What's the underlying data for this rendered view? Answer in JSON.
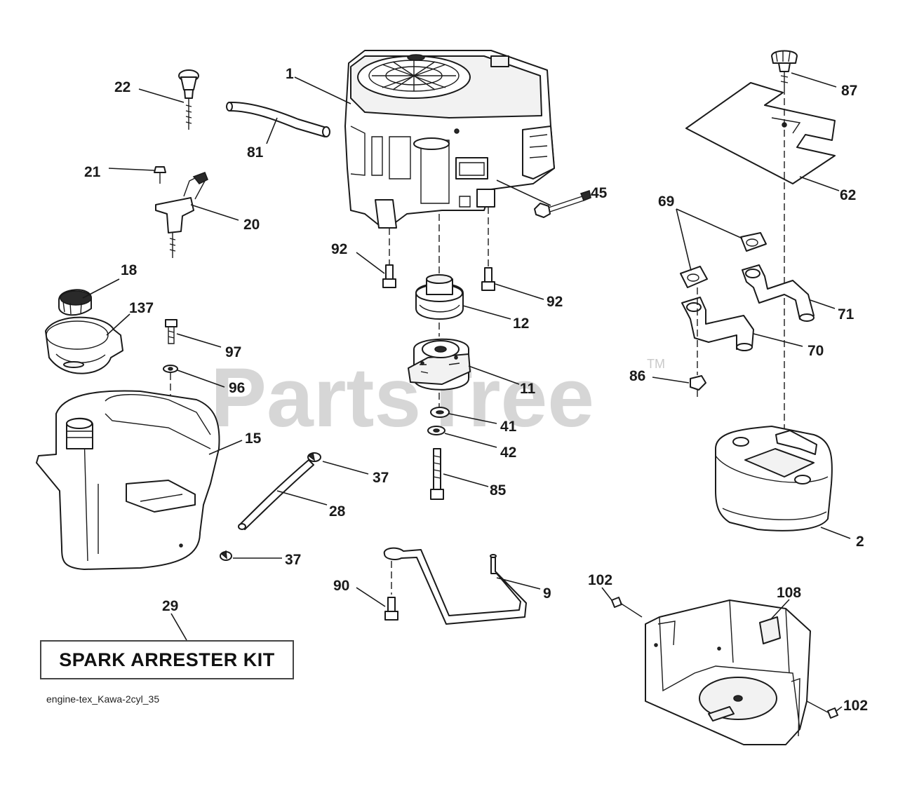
{
  "watermark": {
    "brand": "PartsTree",
    "trademark": "TM"
  },
  "kit_label": "SPARK ARRESTER KIT",
  "diagram_code": "engine-tex_Kawa-2cyl_35",
  "callouts": [
    {
      "id": "c1",
      "text": "1"
    },
    {
      "id": "c22",
      "text": "22"
    },
    {
      "id": "c81",
      "text": "81"
    },
    {
      "id": "c21",
      "text": "21"
    },
    {
      "id": "c20",
      "text": "20"
    },
    {
      "id": "c45",
      "text": "45"
    },
    {
      "id": "c92a",
      "text": "92"
    },
    {
      "id": "c92b",
      "text": "92"
    },
    {
      "id": "c18",
      "text": "18"
    },
    {
      "id": "c137",
      "text": "137"
    },
    {
      "id": "c97",
      "text": "97"
    },
    {
      "id": "c96",
      "text": "96"
    },
    {
      "id": "c15",
      "text": "15"
    },
    {
      "id": "c12",
      "text": "12"
    },
    {
      "id": "c11",
      "text": "11"
    },
    {
      "id": "c41",
      "text": "41"
    },
    {
      "id": "c42",
      "text": "42"
    },
    {
      "id": "c85",
      "text": "85"
    },
    {
      "id": "c37a",
      "text": "37"
    },
    {
      "id": "c28",
      "text": "28"
    },
    {
      "id": "c37b",
      "text": "37"
    },
    {
      "id": "c29",
      "text": "29"
    },
    {
      "id": "c90",
      "text": "90"
    },
    {
      "id": "c9",
      "text": "9"
    },
    {
      "id": "c87",
      "text": "87"
    },
    {
      "id": "c62",
      "text": "62"
    },
    {
      "id": "c69",
      "text": "69"
    },
    {
      "id": "c71",
      "text": "71"
    },
    {
      "id": "c70",
      "text": "70"
    },
    {
      "id": "c86",
      "text": "86"
    },
    {
      "id": "c2",
      "text": "2"
    },
    {
      "id": "c102a",
      "text": "102"
    },
    {
      "id": "c108",
      "text": "108"
    },
    {
      "id": "c102b",
      "text": "102"
    }
  ]
}
